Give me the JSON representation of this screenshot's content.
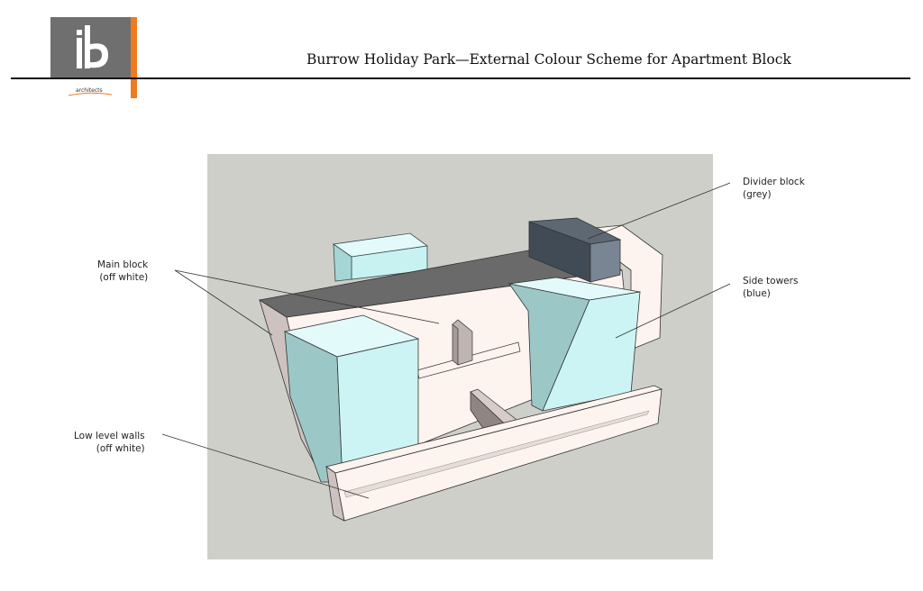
{
  "header": {
    "logo_letters": "ib",
    "logo_subtitle": "architects",
    "title": "Burrow Holiday Park—External Colour Scheme for Apartment Block"
  },
  "annotations": {
    "main_block": {
      "name": "Main block",
      "colour": "(off white)"
    },
    "divider_block": {
      "name": "Divider block",
      "colour": "(grey)"
    },
    "side_towers": {
      "name": "Side towers",
      "colour": "(blue)"
    },
    "low_level_walls": {
      "name": "Low level walls",
      "colour": "(off white)"
    }
  },
  "colours": {
    "off_white": "#fdf3ef",
    "grey": "#5d6873",
    "blue": "#ccf4f4",
    "roof": "#6a6a6a",
    "background": "#cfcfca",
    "logo_grey": "#6f6f6f",
    "logo_orange": "#f07a1e"
  }
}
